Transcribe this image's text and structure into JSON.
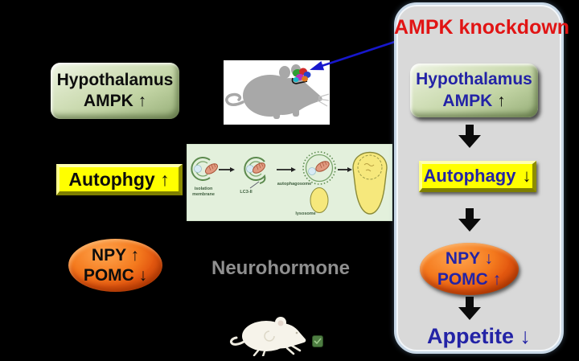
{
  "left_column": {
    "hypothalamus_box": {
      "line1": "Hypothalamus",
      "line2": "AMPK ↑"
    },
    "autophagy_box": {
      "label": "Autophgy ↑"
    },
    "npy_pomc_ellipse": {
      "line1": "NPY ↑",
      "line2": "POMC ↓"
    },
    "neurohormone_label": "Neurohormone"
  },
  "autophagy_diagram": {
    "labels": {
      "isolation_line1": "isolation",
      "isolation_line2": "membrane",
      "lc3": "LC3-II",
      "autophagosome": "autophagosome",
      "lysosome": "lysosome"
    }
  },
  "knockdown_panel": {
    "title": "AMPK knockdown",
    "hypothalamus_box": {
      "line1": "Hypothalamus",
      "ampk": "AMPK",
      "arrow": "↑"
    },
    "autophagy_box": {
      "label": "Autophagy",
      "arrow": "↓"
    },
    "npy_pomc_ellipse": {
      "line1": "NPY ↓",
      "line2": "POMC ↑"
    },
    "appetite_label": "Appetite ↓"
  },
  "illustrations": {
    "top_mouse": "gray-mouse-with-highlighted-hypothalamus",
    "bottom_mouse": "white-mouse-feeding",
    "pellet": "food-pellet",
    "knockdown_arrow": "blue-arrow-panel-to-mouse-brain"
  },
  "colors": {
    "background": "#000000",
    "panel_background": "#d9d9d9",
    "panel_border": "#c7d7e6",
    "title_red": "#e11414",
    "panel_text_blue": "#2323a6",
    "left_text_black": "#0d0d0d",
    "gray_label": "#8f8f8f",
    "green_box": "#c2d4a4",
    "yellow_box": "#ffff00",
    "orange_ellipse": "#e86014",
    "diagram_background": "#e3f0dc",
    "blue_arrow": "#1717cc",
    "flow_arrow_black": "#0b0b0b"
  }
}
